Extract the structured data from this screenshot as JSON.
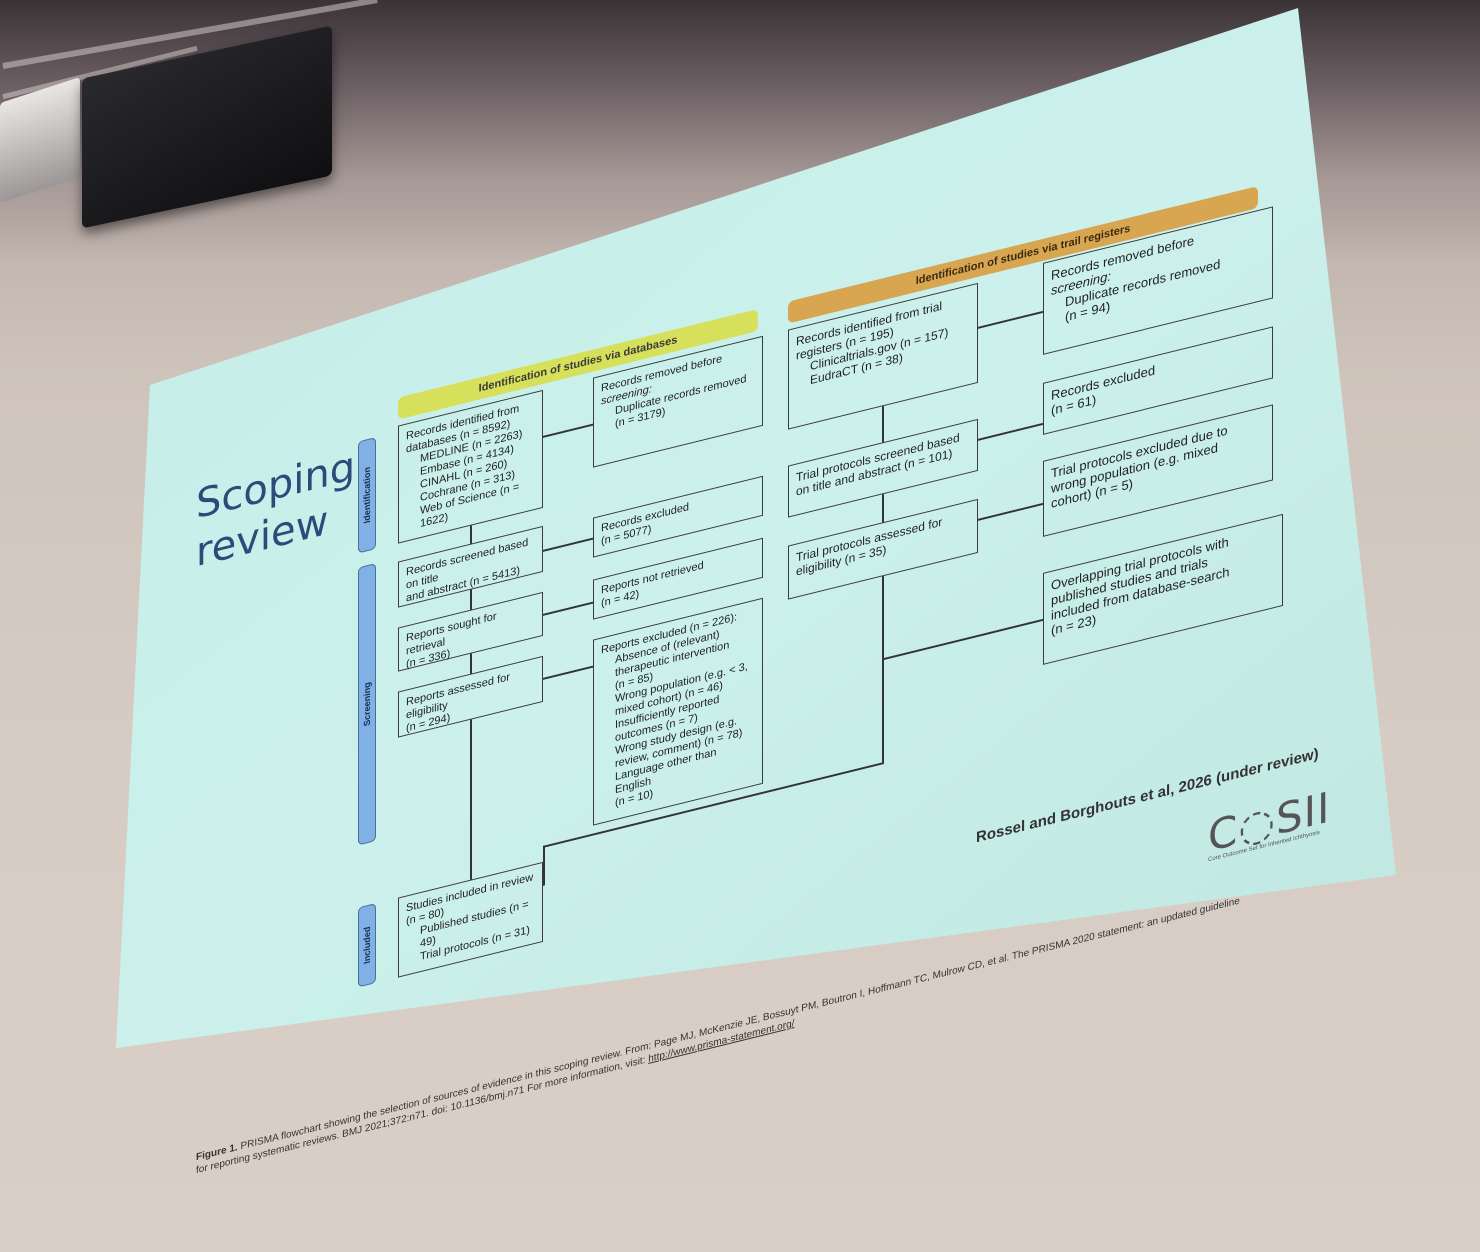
{
  "slide": {
    "title_line1": "Scoping",
    "title_line2": "review",
    "banner_db": "Identification of studies via databases",
    "banner_reg": "Identification of studies via trail registers",
    "stage_identification": "Identification",
    "stage_screening": "Screening",
    "stage_included": "Included",
    "db_identified": [
      "Records identified from",
      "databases (n = 8592)"
    ],
    "db_identified_sub": [
      "MEDLINE (n = 2263)",
      "Embase (n = 4134)",
      "CINAHL (n = 260)",
      "Cochrane (n = 313)",
      "Web of Science (n = 1622)"
    ],
    "db_removed": [
      "Records removed before",
      "screening:"
    ],
    "db_removed_sub": [
      "Duplicate records removed",
      "(n = 3179)"
    ],
    "db_screened": [
      "Records screened based on title",
      "and abstract (n = 5413)"
    ],
    "db_excluded": [
      "Records excluded",
      "(n = 5077)"
    ],
    "db_sought": [
      "Reports sought for retrieval",
      "(n = 336)"
    ],
    "db_not_retrieved": [
      "Reports not retrieved",
      "(n = 42)"
    ],
    "db_assessed": [
      "Reports assessed for eligibility",
      "(n = 294)"
    ],
    "db_reports_excluded_head": "Reports excluded (n = 226):",
    "db_reports_excluded_sub": [
      "Absence of (relevant)",
      "therapeutic intervention",
      "(n = 85)",
      "Wrong population (e.g. < 3,",
      "mixed cohort) (n = 46)",
      "Insufficiently reported",
      "outcomes (n = 7)",
      "Wrong study design (e.g.",
      "review, comment) (n = 78)",
      "Language other than English",
      "(n = 10)"
    ],
    "included": [
      "Studies included in review",
      "(n = 80)"
    ],
    "included_sub": [
      "Published studies (n = 49)",
      "Trial protocols (n = 31)"
    ],
    "reg_identified": [
      "Records identified from trial",
      "registers (n = 195)"
    ],
    "reg_identified_sub": [
      "Clinicaltrials.gov (n = 157)",
      "EudraCT (n = 38)"
    ],
    "reg_removed": [
      "Records removed before",
      "screening:"
    ],
    "reg_removed_sub": [
      "Duplicate records removed",
      "(n = 94)"
    ],
    "reg_screened": [
      "Trial protocols screened based",
      "on title and abstract (n = 101)"
    ],
    "reg_excluded": [
      "Records excluded",
      "(n = 61)"
    ],
    "reg_assessed": [
      "Trial protocols assessed for",
      "eligibility (n = 35)"
    ],
    "reg_protocols_excluded": [
      "Trial protocols excluded due to",
      "wrong population (e.g. mixed",
      "cohort) (n = 5)"
    ],
    "reg_overlap": [
      "Overlapping trial protocols with",
      "published studies and trials",
      "included from database-search",
      "(n = 23)"
    ],
    "citation": "Rossel and Borghouts et al, 2026 (under review)",
    "logo_text": "C◌SII",
    "logo_sub": "Core Outcome Set for Inherited Ichthyosis",
    "caption_label": "Figure 1.",
    "caption_text": "PRISMA flowchart showing the selection of sources of evidence in this scoping review. From: Page MJ, McKenzie JE, Bossuyt PM, Boutron I, Hoffmann TC, Mulrow CD, et al. The PRISMA 2020 statement: an updated guideline for reporting systematic reviews. BMJ 2021;372:n71. doi: 10.1136/bmj.n71 For more information, visit:",
    "caption_link": "http://www.prisma-statement.org/"
  },
  "colors": {
    "screen": "#c8efe9",
    "banner_db": "#d6e05a",
    "banner_reg": "#d8a651",
    "stage_bar": "#7fb0e6",
    "title": "#2e4a7a"
  }
}
